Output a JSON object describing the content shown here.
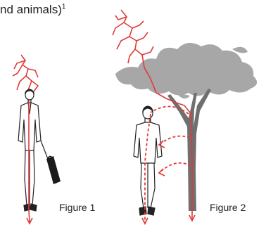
{
  "header": {
    "title_fragment": "nd animals)",
    "footnote_marker": "1"
  },
  "figures": [
    {
      "caption": "Figure 1"
    },
    {
      "caption": "Figure 2"
    }
  ],
  "colors": {
    "lightning": "#e03a3a",
    "canopy": "#a7a7a7",
    "trunk": "#6f6f6f",
    "outline": "#222222"
  },
  "icons": [
    "lightning-bolt-icon",
    "person-icon",
    "briefcase-icon",
    "tree-icon"
  ]
}
